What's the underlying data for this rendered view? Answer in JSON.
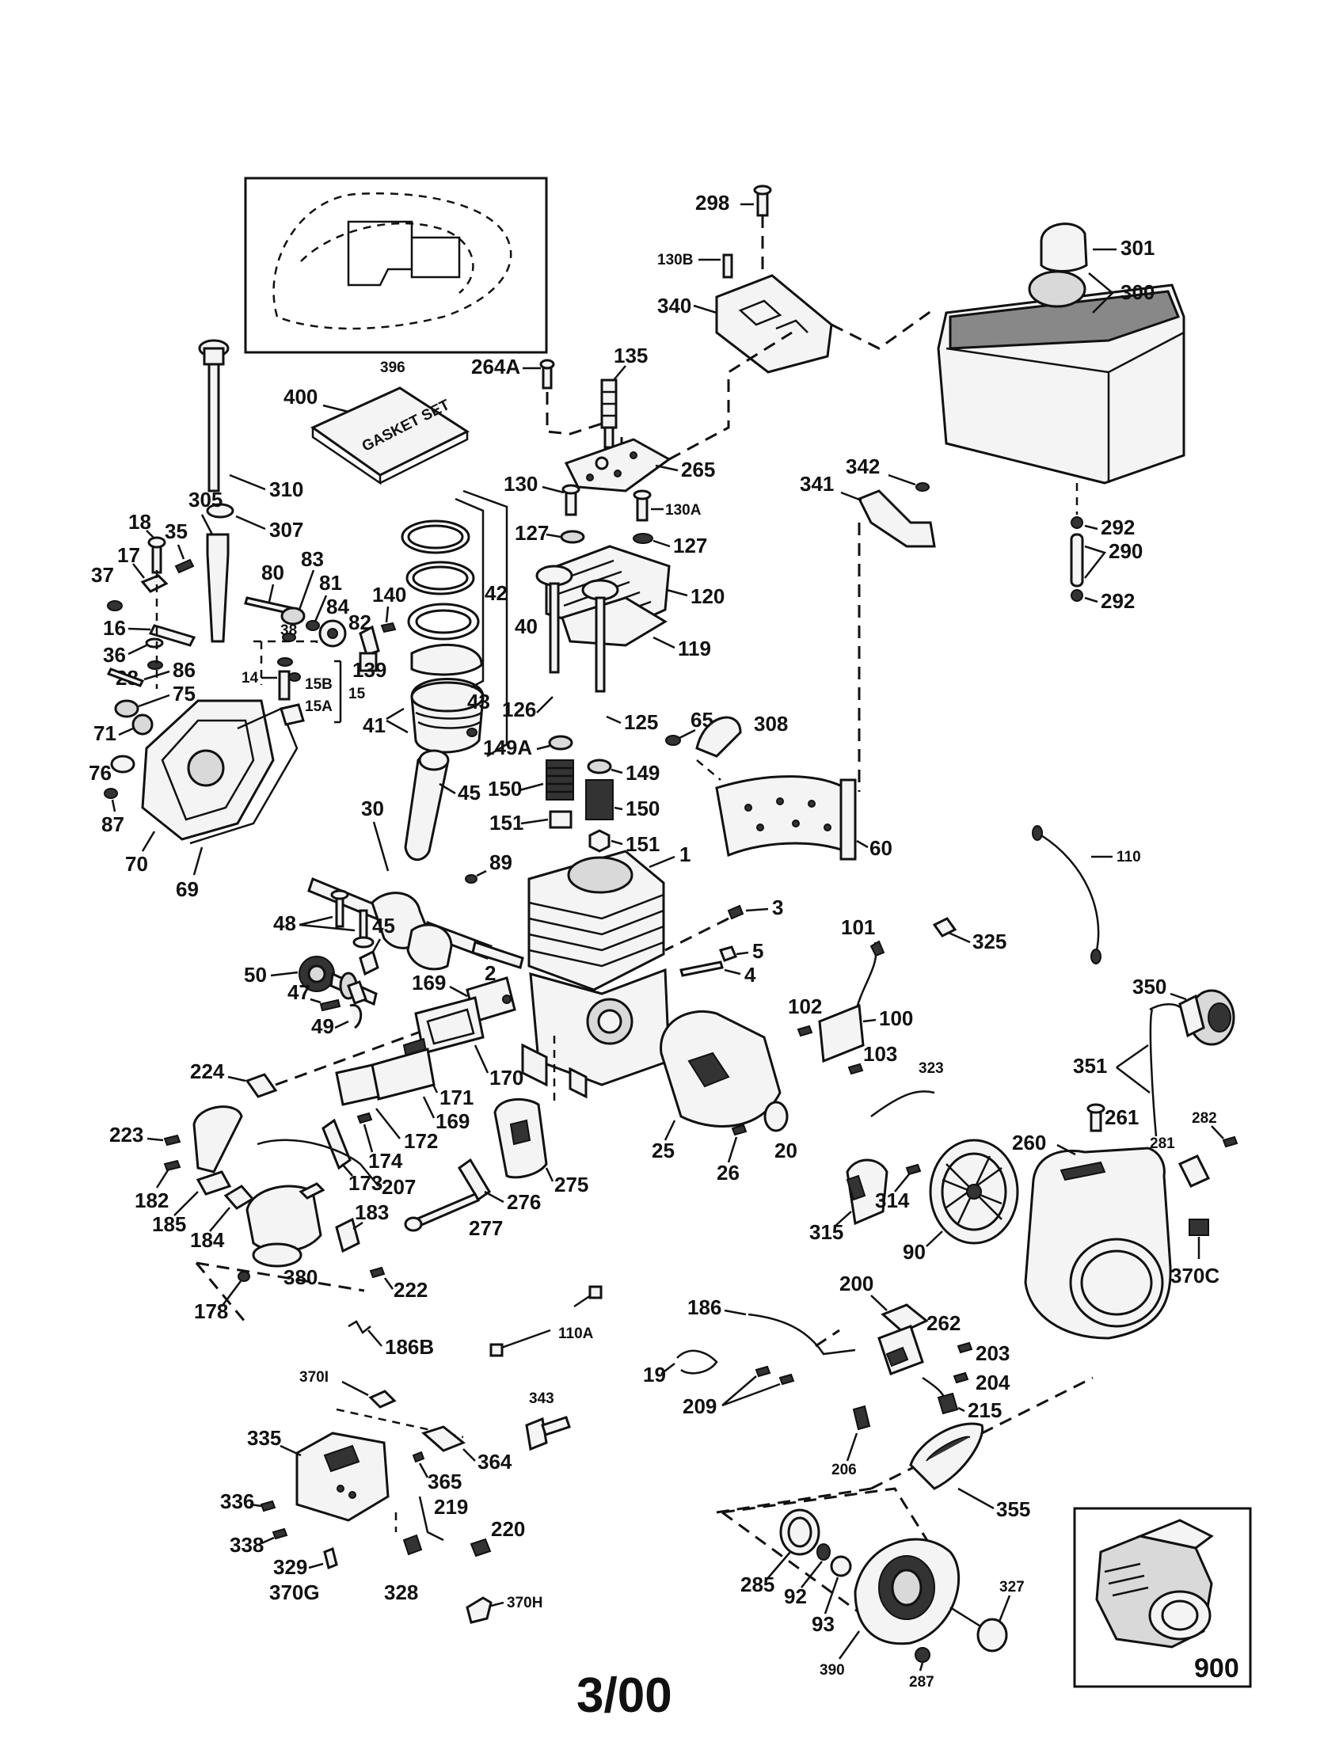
{
  "page": {
    "revision_date": "3/00",
    "gasket_set_box_text": "GASKET SET",
    "inset_engine_number": "900",
    "inset_gasket_number": "396"
  },
  "labels": {
    "p298": "298",
    "p130B": "130B",
    "p340": "340",
    "p301": "301",
    "p300": "300",
    "p264A": "264A",
    "p135": "135",
    "p265": "265",
    "p400": "400",
    "p310": "310",
    "p307": "307",
    "p305": "305",
    "p130": "130",
    "p130A": "130A",
    "p127a": "127",
    "p127b": "127",
    "p120": "120",
    "p119": "119",
    "p342": "342",
    "p341": "341",
    "p292a": "292",
    "p290": "290",
    "p292b": "292",
    "p18": "18",
    "p35": "35",
    "p17": "17",
    "p37": "37",
    "p16": "16",
    "p36": "36",
    "p28": "28",
    "p86": "86",
    "p75": "75",
    "p71": "71",
    "p76": "76",
    "p87": "87",
    "p70": "70",
    "p69": "69",
    "p80": "80",
    "p83": "83",
    "p81": "81",
    "p84": "84",
    "p82": "82",
    "p140": "140",
    "p38": "38",
    "p139": "139",
    "p14": "14",
    "p15B": "15B",
    "p15": "15",
    "p15A": "15A",
    "p42": "42",
    "p40": "40",
    "p41": "41",
    "p43": "43",
    "p126": "126",
    "p125": "125",
    "p65": "65",
    "p308": "308",
    "p149A": "149A",
    "p149": "149",
    "p150a": "150",
    "p150b": "150",
    "p151a": "151",
    "p151b": "151",
    "p60": "60",
    "p110": "110",
    "p30": "30",
    "p45a": "45",
    "p48": "48",
    "p89": "89",
    "p1": "1",
    "p3": "3",
    "p50": "50",
    "p45b": "45",
    "p5": "5",
    "p4": "4",
    "p325": "325",
    "p101": "101",
    "p47": "47",
    "p49": "49",
    "p169a": "169",
    "p2": "2",
    "p102": "102",
    "p100": "100",
    "p103": "103",
    "p350": "350",
    "p224": "224",
    "p171": "171",
    "p170": "170",
    "p169b": "169",
    "p172": "172",
    "p323": "323",
    "p351": "351",
    "p223": "223",
    "p174": "174",
    "p173": "173",
    "p25": "25",
    "p26": "26",
    "p20": "20",
    "p261": "261",
    "p282": "282",
    "p260": "260",
    "p281": "281",
    "p207": "207",
    "p275": "275",
    "p182": "182",
    "p185": "185",
    "p184": "184",
    "p276": "276",
    "p277": "277",
    "p183": "183",
    "p315": "315",
    "p314": "314",
    "p90": "90",
    "p370C": "370C",
    "p380": "380",
    "p222": "222",
    "p178": "178",
    "p200": "200",
    "p186": "186",
    "p262": "262",
    "p203": "203",
    "p186B": "186B",
    "p110A": "110A",
    "p19": "19",
    "p209": "209",
    "p204": "204",
    "p215": "215",
    "p370I": "370I",
    "p343": "343",
    "p335": "335",
    "p364": "364",
    "p365": "365",
    "p206": "206",
    "p219": "219",
    "p336": "336",
    "p220": "220",
    "p355": "355",
    "p338": "338",
    "p329": "329",
    "p370G": "370G",
    "p328": "328",
    "p370H": "370H",
    "p327": "327",
    "p285": "285",
    "p92": "92",
    "p93": "93",
    "p390": "390",
    "p287": "287"
  }
}
